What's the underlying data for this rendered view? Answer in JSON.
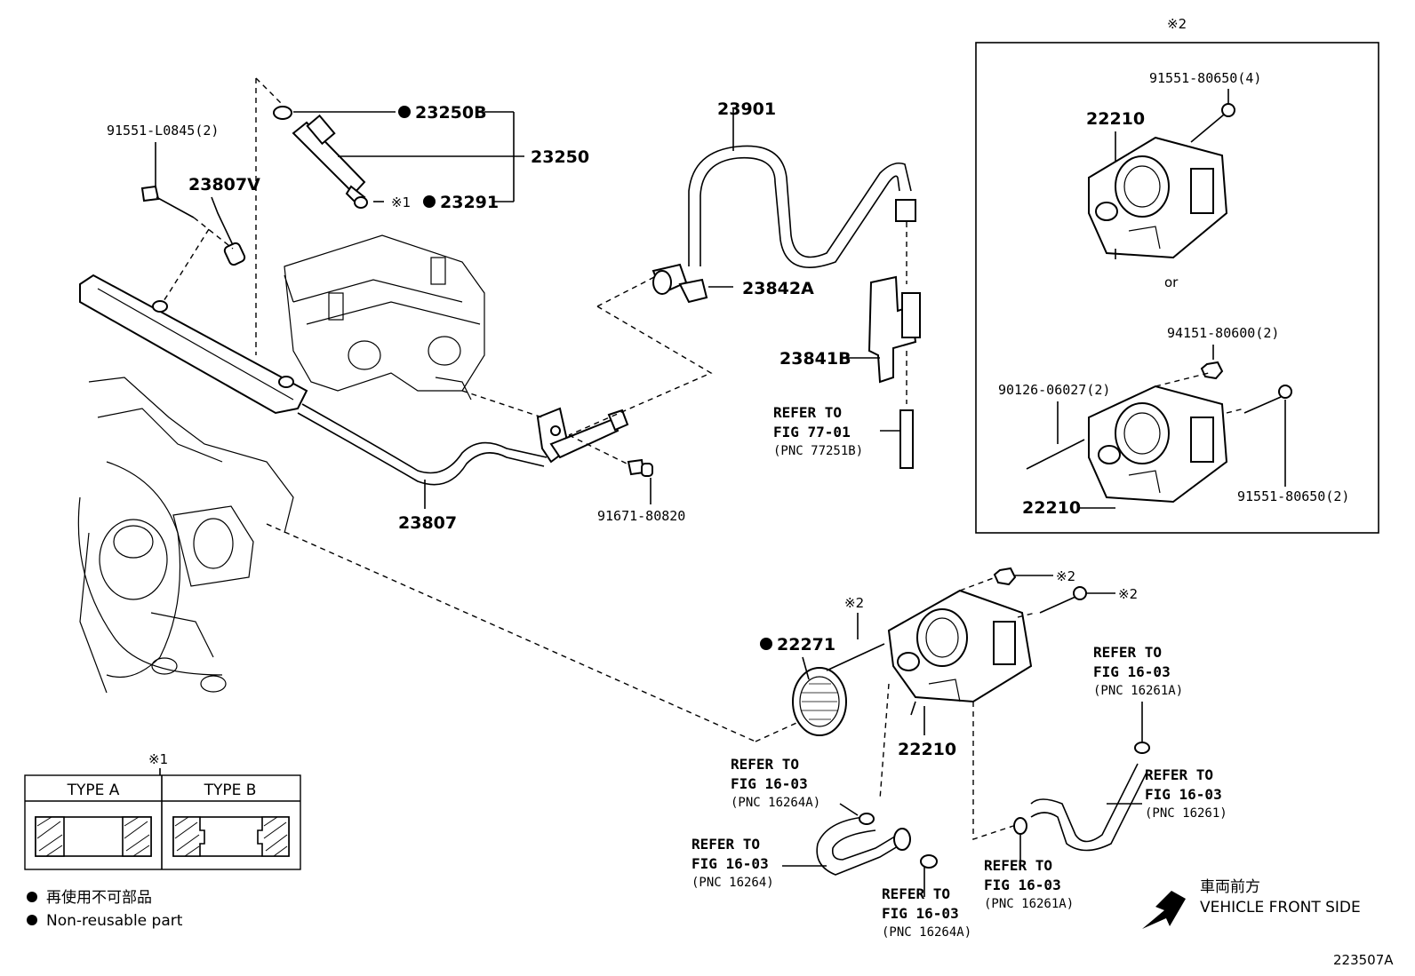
{
  "labels": {
    "p23250B": "23250B",
    "p23250": "23250",
    "p23291": "23291",
    "p23291_mark": "※1",
    "p23807V": "23807V",
    "p91551_L0845": "91551-L0845(2)",
    "p23901": "23901",
    "p23842A": "23842A",
    "p23841B": "23841B",
    "p23807": "23807",
    "p91671": "91671-80820",
    "p22271": "22271",
    "p22210_main": "22210",
    "inset_mark": "※2",
    "p91551_80650_4": "91551-80650(4)",
    "p22210_a": "22210",
    "or": "or",
    "p94151": "94151-80600(2)",
    "p90126": "90126-06027(2)",
    "p22210_b": "22210",
    "p91551_80650_2": "91551-80650(2)",
    "mark_stud": "※2",
    "mark_nut": "※2",
    "mark_bolt": "※2",
    "drawing_no": "223507A"
  },
  "refers": {
    "r77_01": {
      "l1": "REFER TO",
      "l2": "FIG 77-01",
      "l3": "(PNC 77251B)"
    },
    "r16264A_top": {
      "l1": "REFER TO",
      "l2": "FIG 16-03",
      "l3": "(PNC 16264A)"
    },
    "r16264": {
      "l1": "REFER TO",
      "l2": "FIG 16-03",
      "l3": "(PNC 16264)"
    },
    "r16264A_bot": {
      "l1": "REFER TO",
      "l2": "FIG 16-03",
      "l3": "(PNC 16264A)"
    },
    "r16261A_top": {
      "l1": "REFER TO",
      "l2": "FIG 16-03",
      "l3": "(PNC 16261A)"
    },
    "r16261": {
      "l1": "REFER TO",
      "l2": "FIG 16-03",
      "l3": "(PNC 16261)"
    },
    "r16261A_bot": {
      "l1": "REFER TO",
      "l2": "FIG 16-03",
      "l3": "(PNC 16261A)"
    }
  },
  "legend": {
    "mark": "※1",
    "type_a": "TYPE A",
    "type_b": "TYPE B",
    "nonreuse_jp": "再使用不可部品",
    "nonreuse_en": "Non-reusable part"
  },
  "direction": {
    "jp": "車両前方",
    "en": "VEHICLE FRONT SIDE"
  }
}
